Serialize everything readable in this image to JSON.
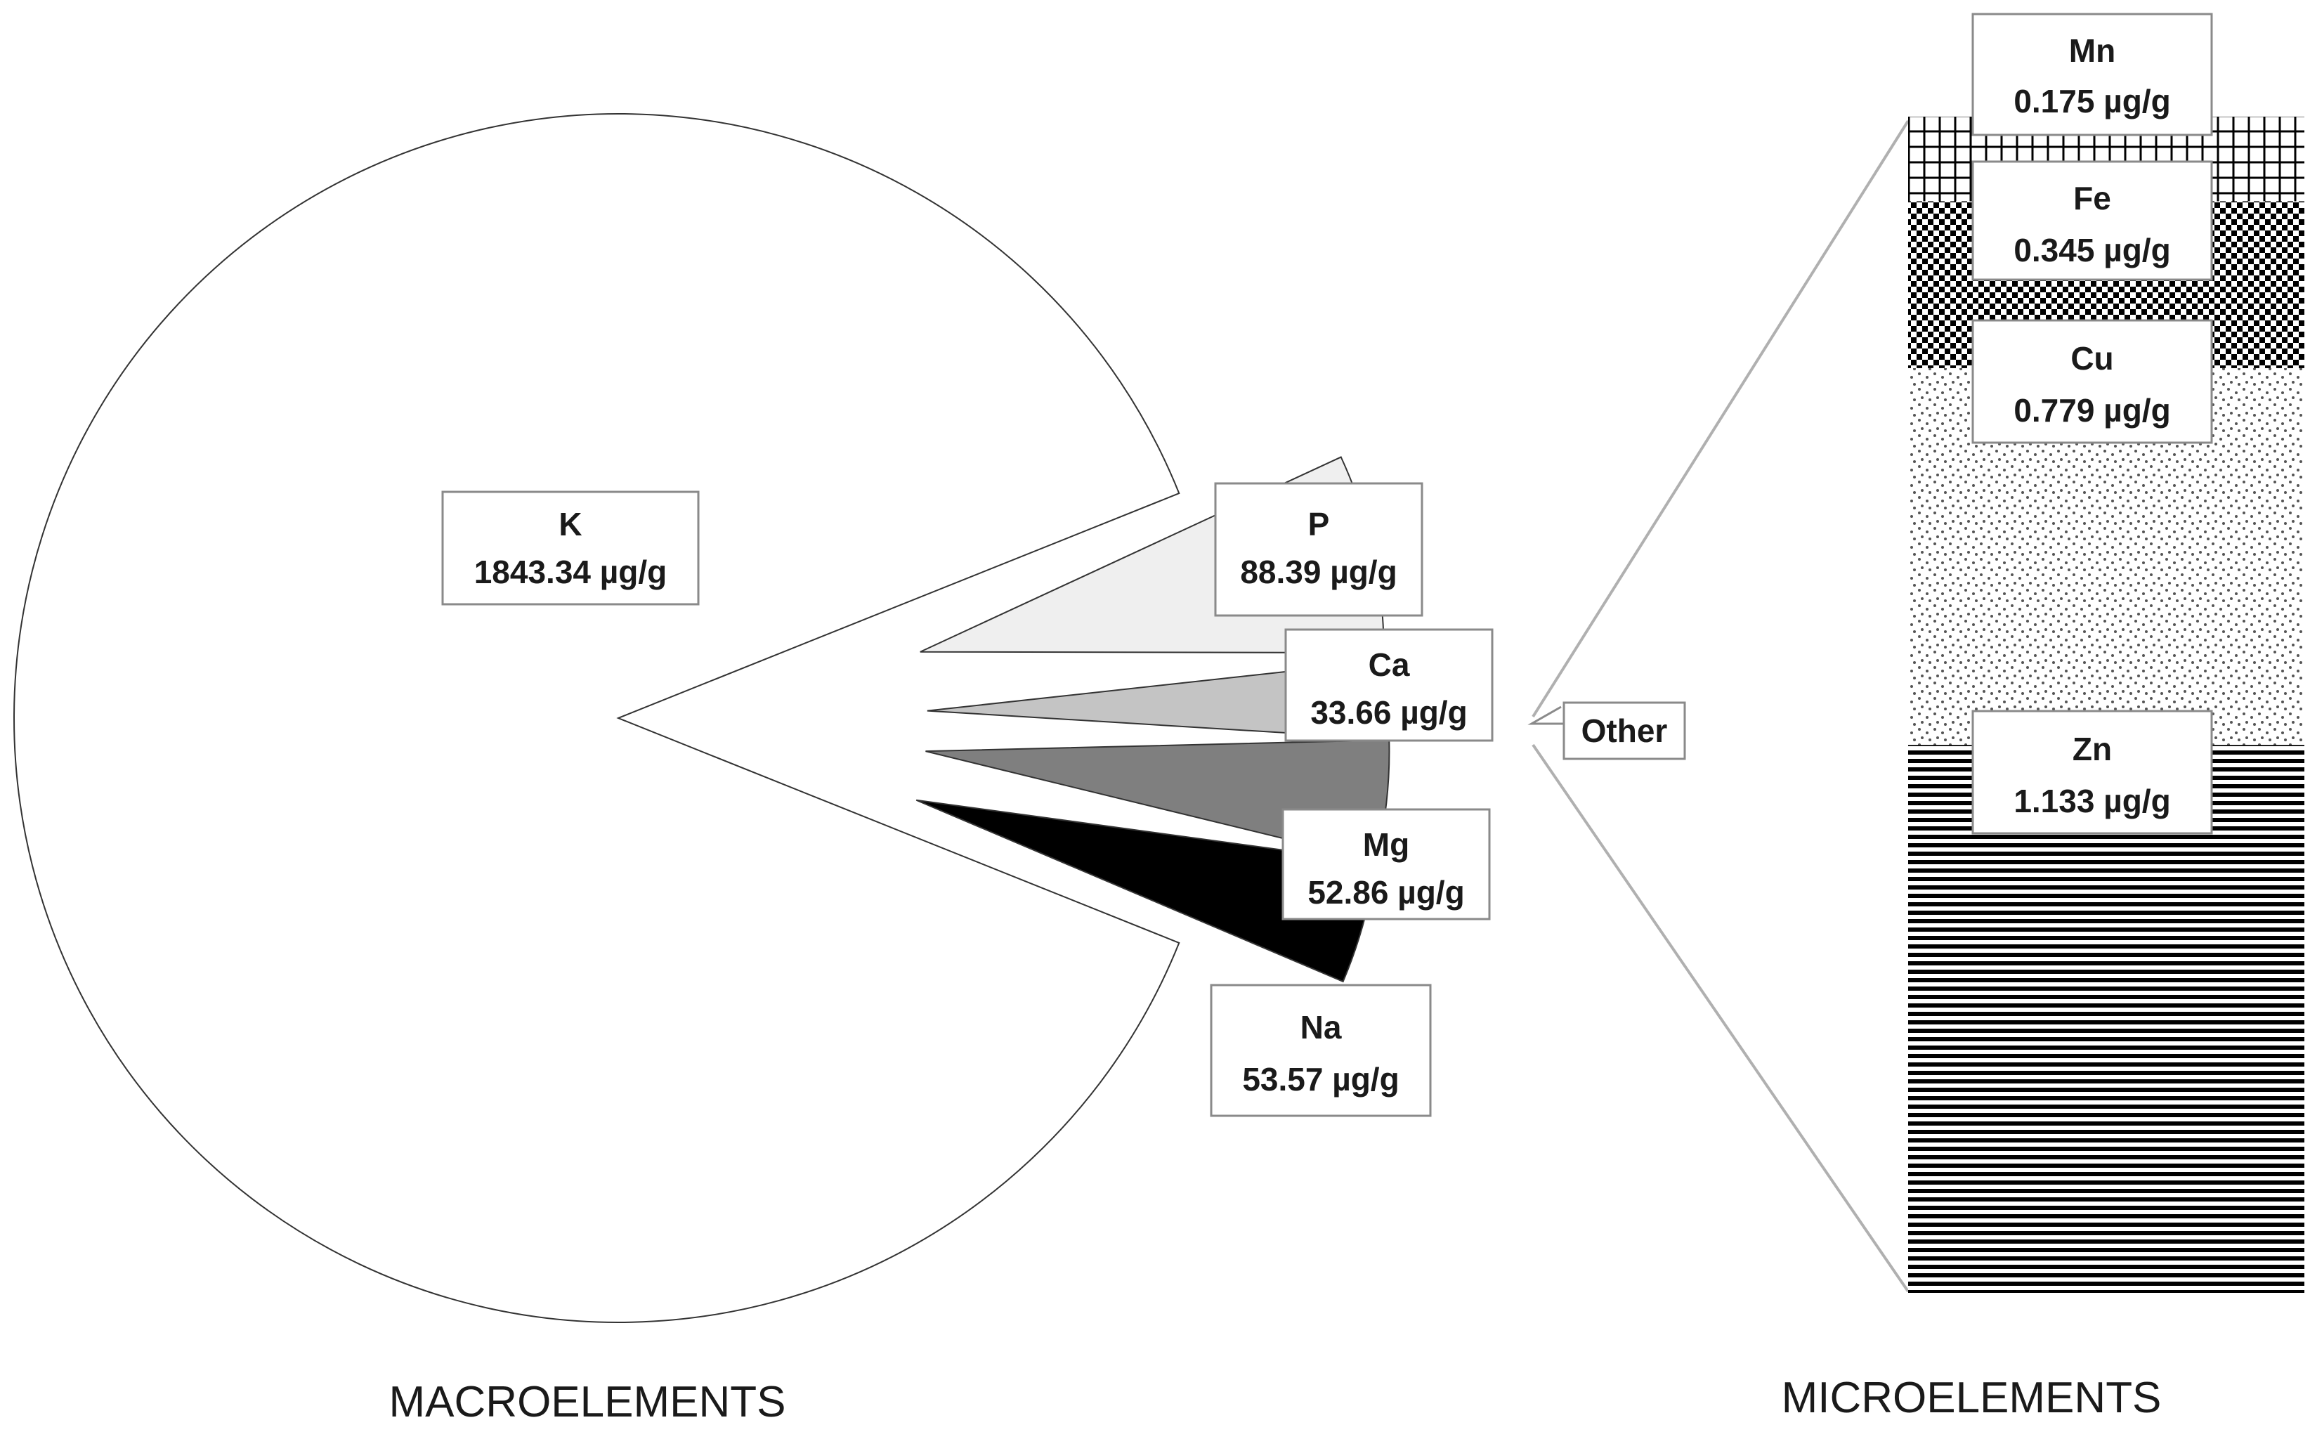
{
  "chart_data": [
    {
      "type": "pie",
      "title": "MACROELEMENTS",
      "unit": "µg/g",
      "slices": [
        {
          "name": "K",
          "value": 1843.34,
          "label": "1843.34 µg/g",
          "fill": "#ffffff"
        },
        {
          "name": "P",
          "value": 88.39,
          "label": "88.39 µg/g",
          "fill": "#efefef"
        },
        {
          "name": "Other",
          "value": 2.432,
          "label": "",
          "fill": "#ffffff"
        },
        {
          "name": "Ca",
          "value": 33.66,
          "label": "33.66 µg/g",
          "fill": "#c4c4c4"
        },
        {
          "name": "Mg",
          "value": 52.86,
          "label": "52.86 µg/g",
          "fill": "#7f7f7f"
        },
        {
          "name": "Na",
          "value": 53.57,
          "label": "53.57 µg/g",
          "fill": "#000000"
        }
      ],
      "exploded": [
        "P",
        "Other",
        "Ca",
        "Mg",
        "Na"
      ],
      "other_label": "Other"
    },
    {
      "type": "bar",
      "stacked": true,
      "title": "MICROELEMENTS",
      "unit": "µg/g",
      "segments": [
        {
          "name": "Zn",
          "value": 1.133,
          "label": "1.133 µg/g",
          "pattern": "horizontal-lines"
        },
        {
          "name": "Cu",
          "value": 0.779,
          "label": "0.779 µg/g",
          "pattern": "dotted"
        },
        {
          "name": "Fe",
          "value": 0.345,
          "label": "0.345 µg/g",
          "pattern": "checkerboard"
        },
        {
          "name": "Mn",
          "value": 0.175,
          "label": "0.175 µg/g",
          "pattern": "grid"
        }
      ]
    }
  ]
}
